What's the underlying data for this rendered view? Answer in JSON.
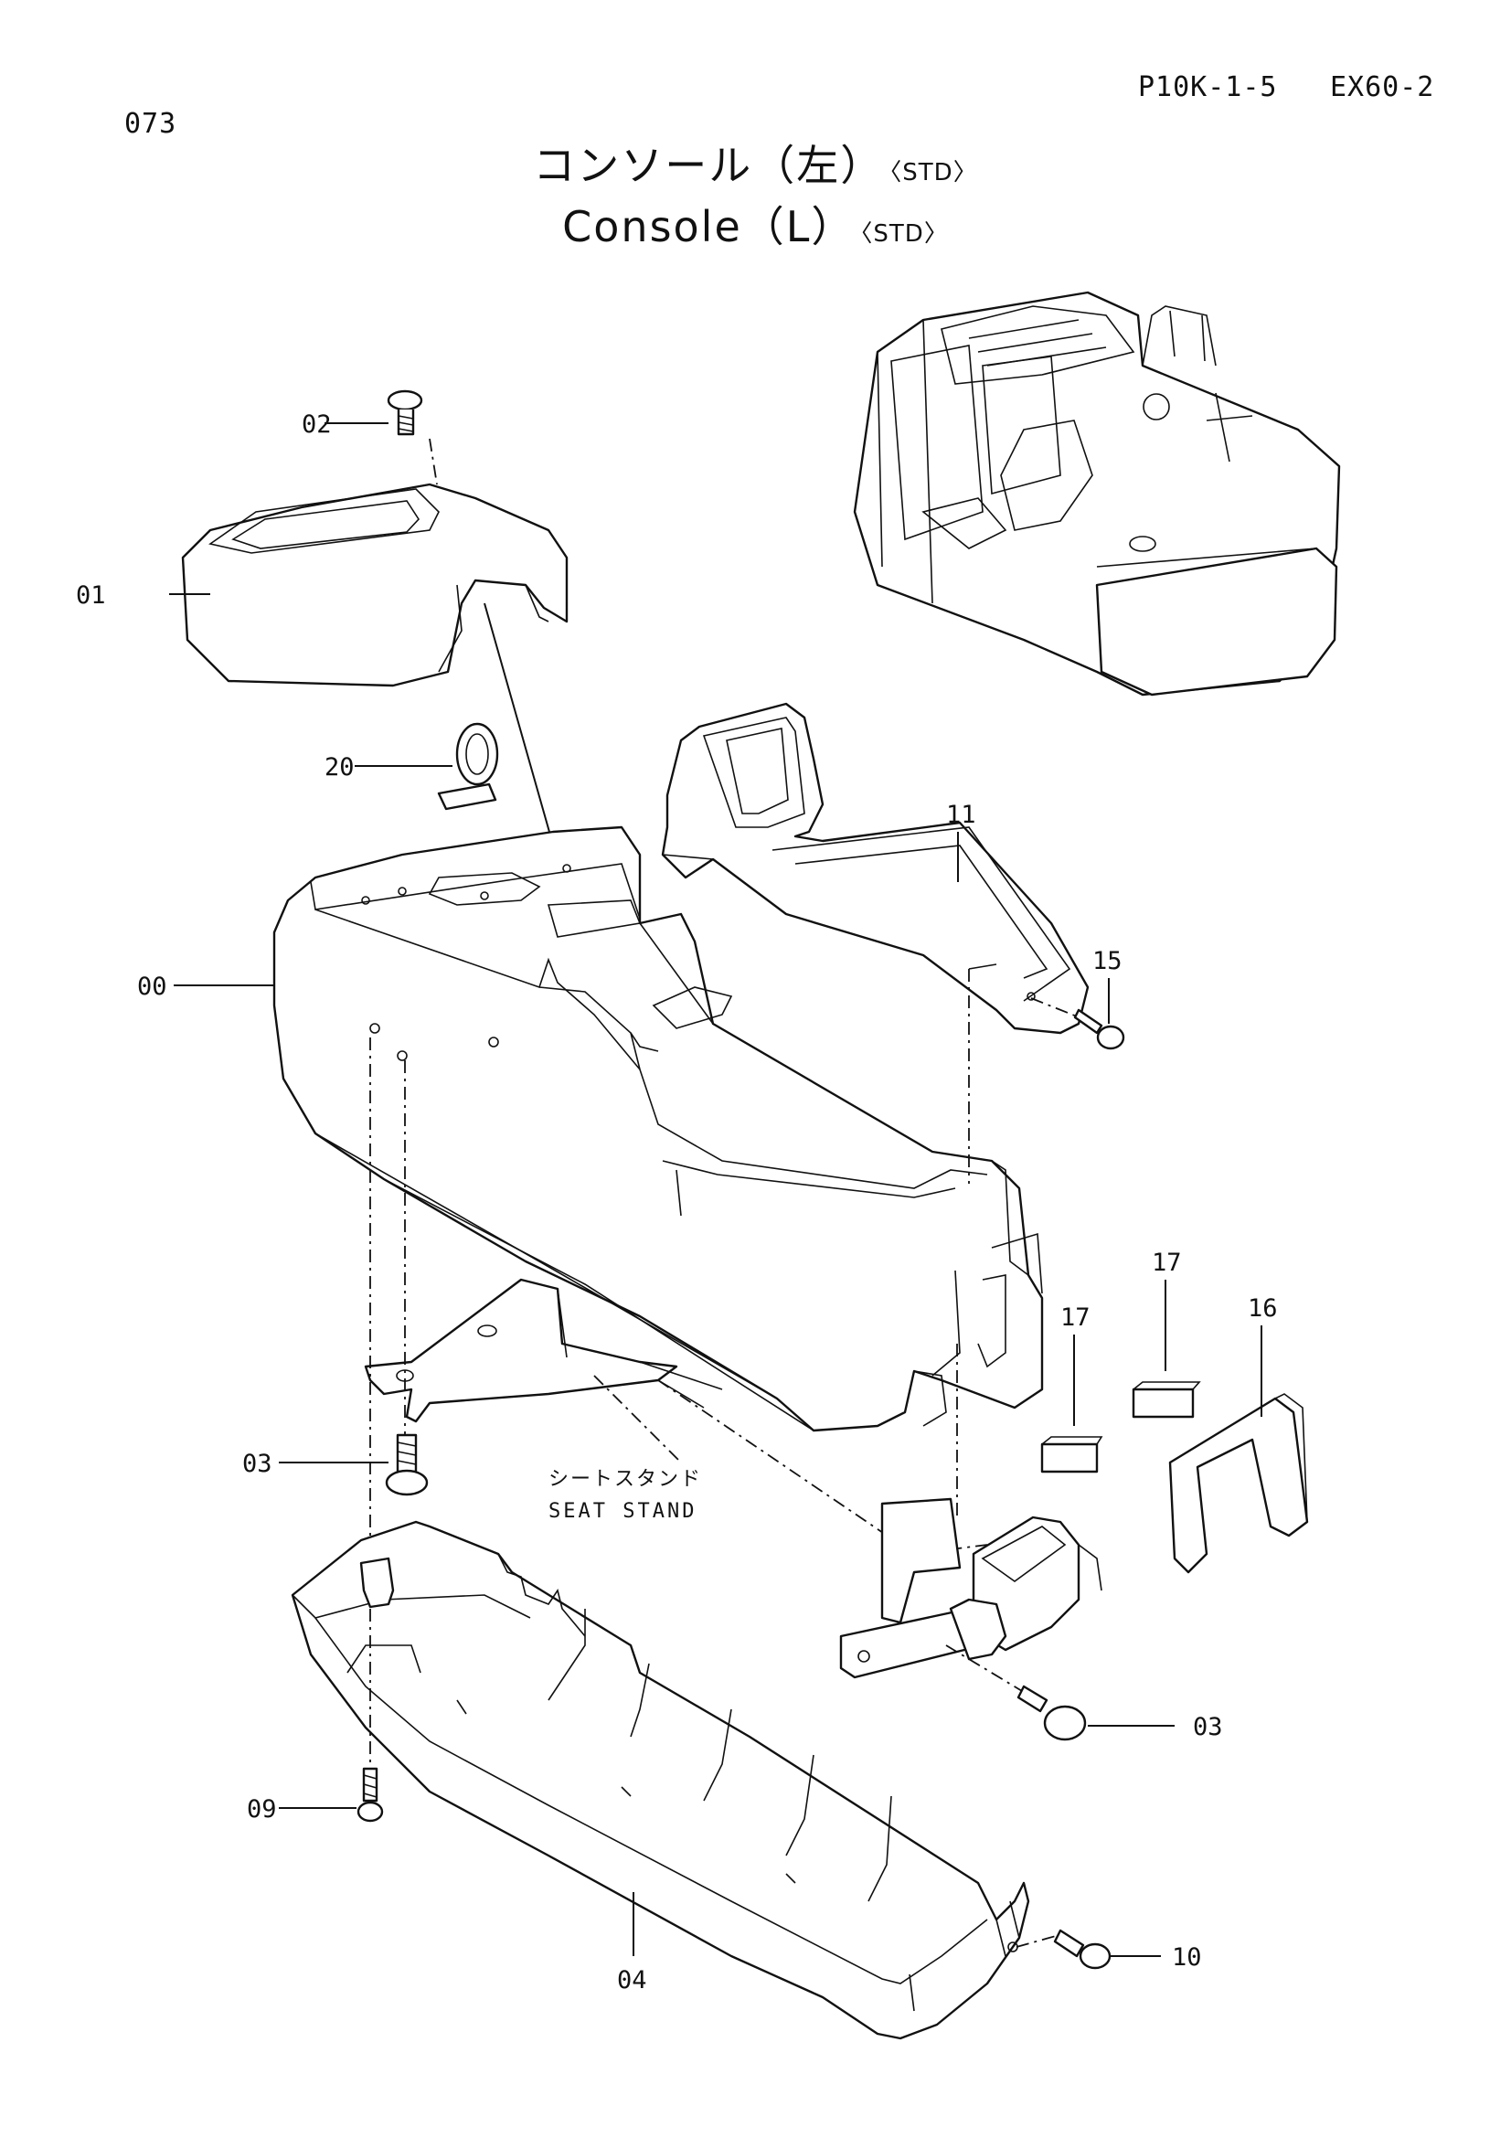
{
  "header": {
    "page_number": "073",
    "doc_code": "P10K-1-5",
    "model": "EX60-2"
  },
  "title": {
    "jp": "コンソール（左）",
    "en": "Console（L）",
    "variant": "〈STD〉"
  },
  "seat_stand_label": {
    "jp": "シートスタンド",
    "en": "SEAT  STAND"
  },
  "callouts": [
    {
      "id": "label-02",
      "text": "02"
    },
    {
      "id": "label-01",
      "text": "01"
    },
    {
      "id": "label-20",
      "text": "20"
    },
    {
      "id": "label-11",
      "text": "11"
    },
    {
      "id": "label-15",
      "text": "15"
    },
    {
      "id": "label-00",
      "text": "00"
    },
    {
      "id": "label-17a",
      "text": "17"
    },
    {
      "id": "label-17b",
      "text": "17"
    },
    {
      "id": "label-16",
      "text": "16"
    },
    {
      "id": "label-03a",
      "text": "03"
    },
    {
      "id": "label-03b",
      "text": "03"
    },
    {
      "id": "label-09",
      "text": "09"
    },
    {
      "id": "label-10",
      "text": "10"
    },
    {
      "id": "label-04",
      "text": "04"
    }
  ]
}
